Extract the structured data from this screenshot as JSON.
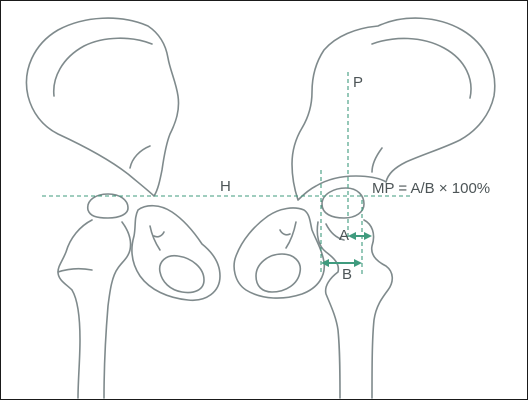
{
  "diagram": {
    "labels": {
      "horizontal_line": "H",
      "perpendicular_line": "P",
      "segment_a": "A",
      "segment_b": "B",
      "formula": "MP = A/B × 100%"
    },
    "colors": {
      "bone_outline": "#7f8a8c",
      "guide_lines": "#3f9b7e",
      "text": "#4d5557",
      "border": "#1a1a1a",
      "background": "#ffffff"
    }
  }
}
